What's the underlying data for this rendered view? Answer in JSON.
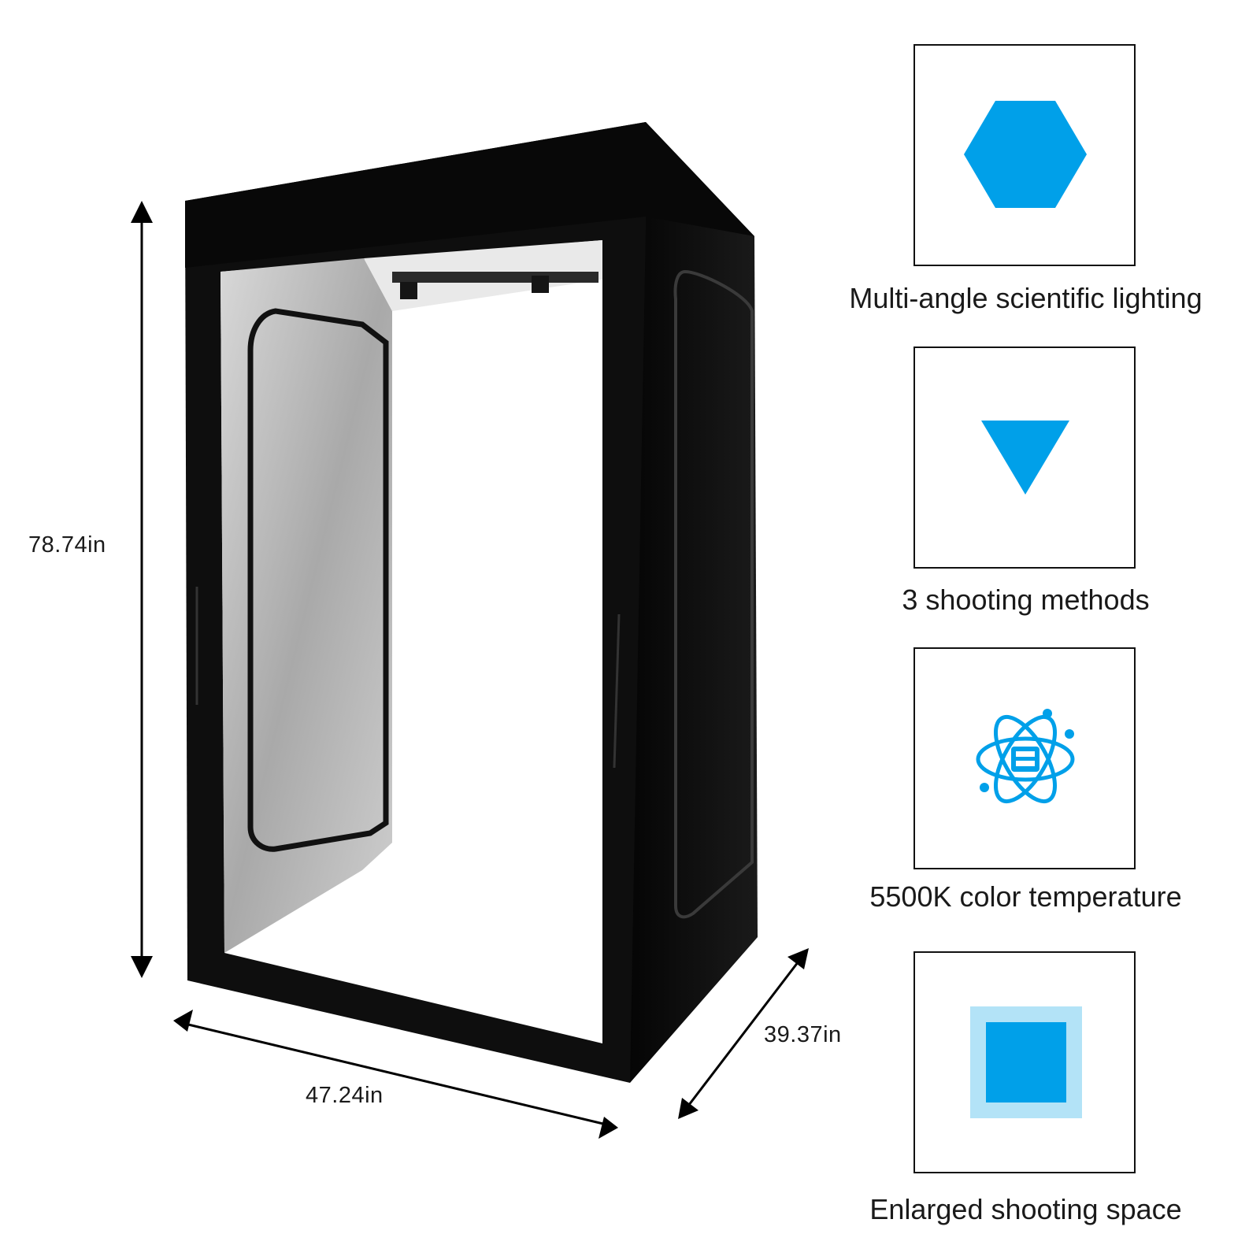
{
  "dimensions": {
    "height": "78.74in",
    "width": "47.24in",
    "depth": "39.37in"
  },
  "features": [
    {
      "icon": "hexagon-icon",
      "label": "Multi-angle scientific lighting"
    },
    {
      "icon": "triangle-down-icon",
      "label": "3 shooting methods"
    },
    {
      "icon": "atom-icon",
      "label": "5500K color temperature"
    },
    {
      "icon": "square-icon",
      "label": "Enlarged shooting space"
    }
  ],
  "colors": {
    "accent": "#00a0e9",
    "accent_light": "#b3e3f7",
    "tent": "#0e0e0e",
    "silver": "#c4c4c4"
  }
}
